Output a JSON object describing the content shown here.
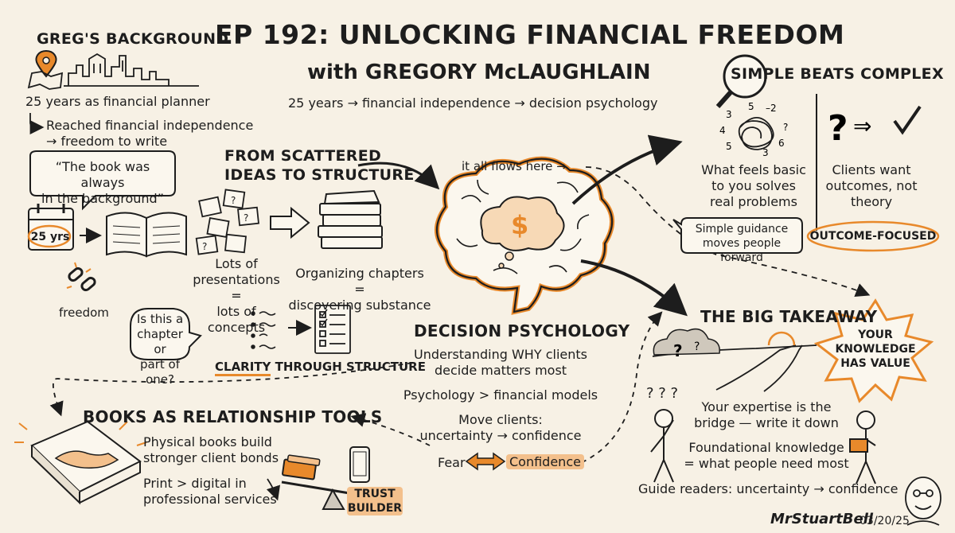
{
  "title": "EP 192: UNLOCKING FINANCIAL FREEDOM",
  "subtitle": "with GREGORY McLAUGHLAIN",
  "tagline": "25 years → financial independence → decision psychology",
  "colors": {
    "accent": "#e8892b",
    "accent_light": "#f3c08c",
    "ink": "#1d1d1d",
    "paper": "#f7f1e5"
  },
  "background": {
    "heading": "GREG'S BACKGROUND",
    "line1": "25 years as financial planner",
    "line2a": "Reached financial independence",
    "line2b": "→ freedom to write",
    "quote_line1": "“The book was always",
    "quote_line2": "in the background”",
    "calendar_label": "25 yrs",
    "freedom_label": "freedom"
  },
  "scattered": {
    "heading_line1": "FROM SCATTERED",
    "heading_line2": "IDEAS TO STRUCTURE",
    "left_line1": "Lots of",
    "left_line2": "presentations =",
    "left_line3": "lots of concepts",
    "right_line1": "Organizing chapters =",
    "right_line2": "discovering substance",
    "question_line1": "Is this a",
    "question_line2": "chapter or",
    "question_line3": "part of one?",
    "clarity_word": "CLARITY",
    "clarity_rest": " THROUGH STRUCTURE"
  },
  "center": {
    "flows_label": "it all flows here →",
    "brain_symbol": "$"
  },
  "psychology": {
    "heading": "DECISION PSYCHOLOGY",
    "line1a": "Understanding WHY clients",
    "line1b": "decide matters most",
    "line2": "Psychology > financial models",
    "line3a": "Move clients:",
    "line3b": "uncertainty → confidence",
    "fear": "Fear",
    "confidence": "Confidence"
  },
  "simple": {
    "heading": "SIMPLE BEATS COMPLEX",
    "left_line1": "What feels basic",
    "left_line2": "to you solves",
    "left_line3": "real problems",
    "right_line1": "Clients want",
    "right_line2": "outcomes, not",
    "right_line3": "theory",
    "bubble_line1": "Simple guidance",
    "bubble_line2": "moves people forward",
    "badge": "OUTCOME-FOCUSED"
  },
  "takeaway": {
    "heading": "THE BIG TAKEAWAY",
    "star_line1": "YOUR",
    "star_line2": "KNOWLEDGE",
    "star_line3": "HAS VALUE",
    "line1a": "Your expertise is the",
    "line1b": "bridge — write it down",
    "line2a": "Foundational knowledge",
    "line2b": "= what people need most",
    "line3": "Guide readers: uncertainty → confidence"
  },
  "books": {
    "heading": "BOOKS AS RELATIONSHIP TOOLS",
    "line1a": "Physical books build",
    "line1b": "stronger client bonds",
    "line2a": "Print > digital in",
    "line2b": "professional services",
    "trust_line1": "TRUST",
    "trust_line2": "BUILDER"
  },
  "signature": {
    "name": "MrStuartBell",
    "date": "03/20/25"
  }
}
